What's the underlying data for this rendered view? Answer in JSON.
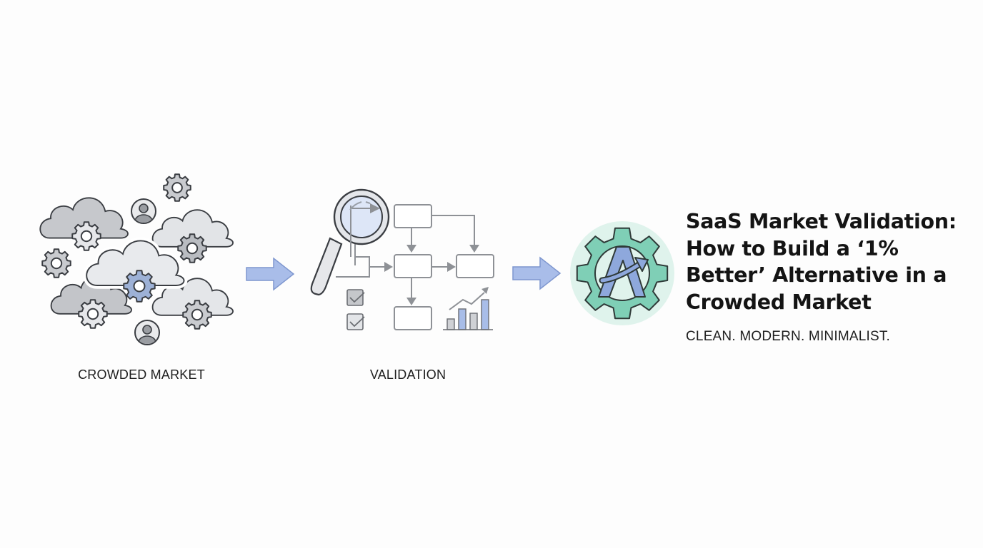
{
  "stages": [
    {
      "id": "crowded-market",
      "label": "CROWDED MARKET"
    },
    {
      "id": "validation",
      "label": "VALIDATION"
    },
    {
      "id": "alternative",
      "label": ""
    }
  ],
  "headline": {
    "lines": [
      "SaaS Market Validation:",
      "How to Build a ‘1%",
      "Better’ Alternative in a",
      "Crowded Market"
    ],
    "tagline": "CLEAN. MODERN. MINIMALIST."
  },
  "icons": {
    "crowded_market": [
      "cloud-icon",
      "gear-icon",
      "user-avatar-icon"
    ],
    "validation": [
      "magnifier-icon",
      "flowchart-icon",
      "checkbox-icon",
      "bar-chart-icon",
      "trend-arrow-icon"
    ],
    "alternative": [
      "gear-badge-icon",
      "letter-a-logo-icon",
      "growth-arrow-icon"
    ],
    "connectors": [
      "arrow-right-icon"
    ]
  },
  "colors": {
    "background": "#fdfdfd",
    "cloud_dark": "#c3c6ca",
    "cloud_light": "#e6e8eb",
    "outline": "#3a3d42",
    "accent_blue": "#8ea8dc",
    "accent_blue_fill": "#a8bde8",
    "teal": "#7fcfb6",
    "teal_bg": "#dff3ec",
    "text": "#141414"
  }
}
